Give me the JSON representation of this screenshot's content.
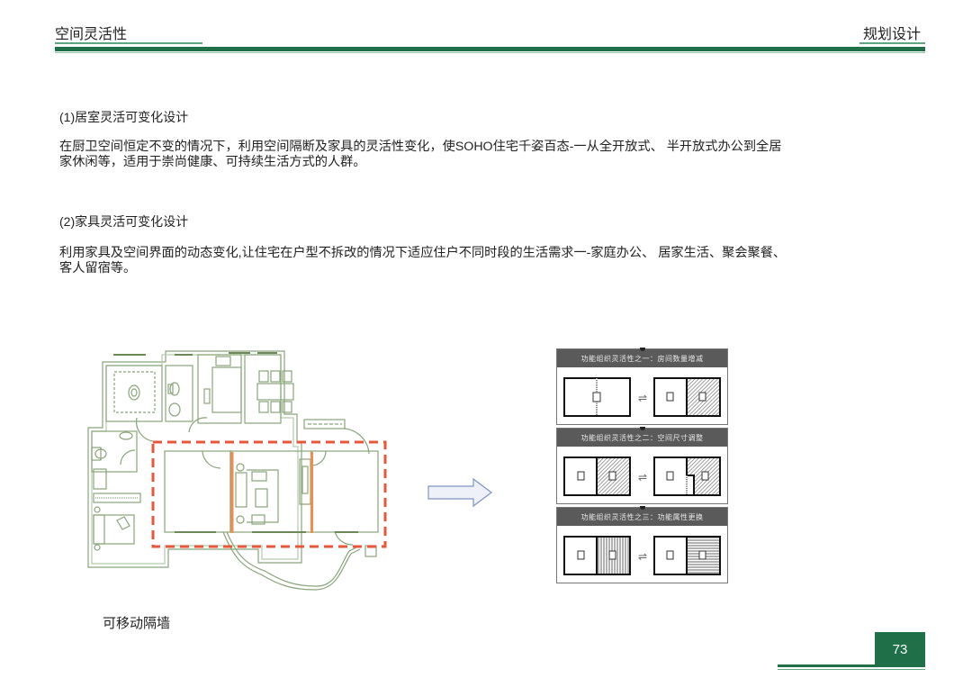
{
  "header": {
    "section_title": "空间灵活性",
    "category": "规划设计"
  },
  "content": {
    "sections": [
      {
        "title": "(1)居室灵活可变化设计",
        "body_lines": [
          "在厨卫空间恒定不变的情况下，利用空间隔断及家具的灵活性变化，使SOHO住宅千姿百态-一从全开放式、 半开放式办公到全居",
          "家休闲等，适用于崇尚健康、可持续生活方式的人群。"
        ]
      },
      {
        "title": "(2)家具灵活可变化设计",
        "body_lines": [
          "利用家具及空间界面的动态变化,让住宅在户型不拆改的情况下适应住户不同时段的生活需求一-家庭办公、 居家生活、聚会聚餐、",
          "客人留宿等。"
        ]
      }
    ]
  },
  "figure": {
    "floorplan_caption": "可移动隔墙",
    "arrow_icon": "right-arrow",
    "diagram_panels": [
      {
        "label": "功能组织灵活性之一：房间数量增减"
      },
      {
        "label": "功能组织灵活性之二：空间尺寸调整"
      },
      {
        "label": "功能组织灵活性之三：功能属性更换"
      }
    ],
    "exchange_icon": "⇌"
  },
  "footer": {
    "page_number": "73"
  },
  "colors": {
    "brand_green": "#1f7048",
    "light_green": "#5fa57f",
    "plan_line": "#7d9a6a",
    "movable_wall": "#f28c4a",
    "dashed_outline": "#e8573a",
    "panel_header": "#5a5a5a"
  }
}
